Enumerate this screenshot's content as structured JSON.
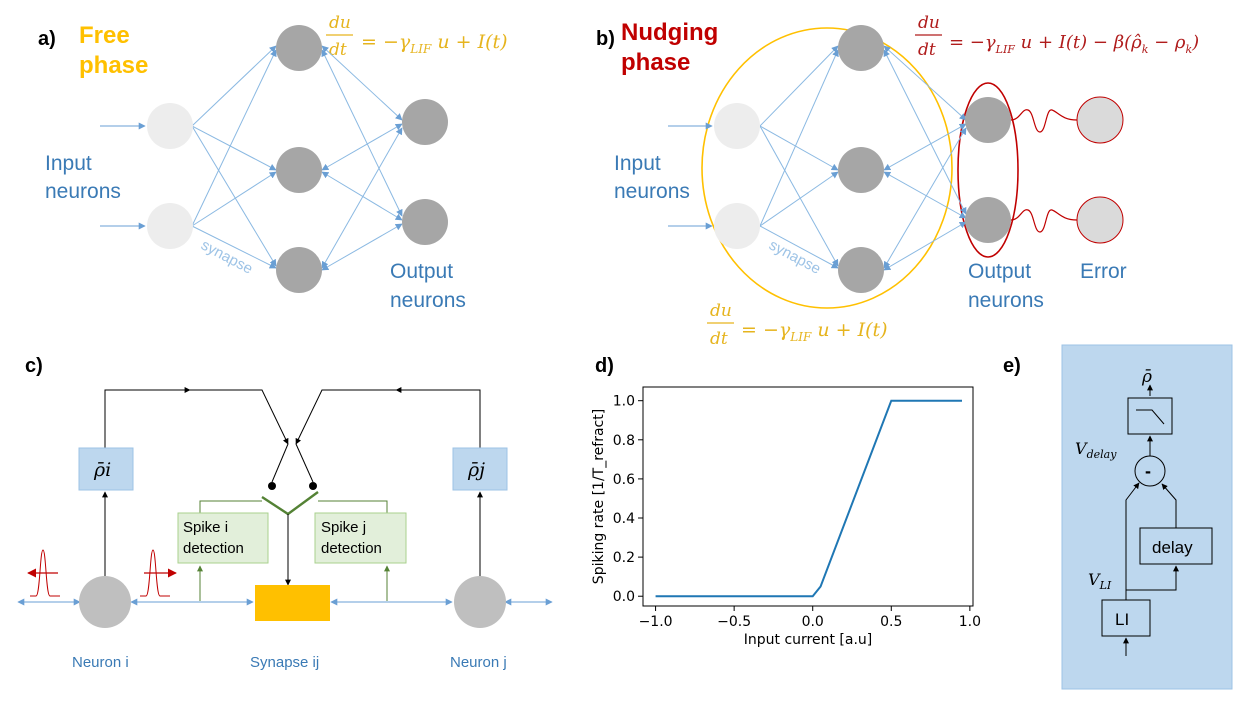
{
  "panel_a": {
    "label": "a)",
    "phase_line1": "Free",
    "phase_line2": "phase",
    "equation": "du/dt = −γLIF u + I(t)",
    "input_line1": "Input",
    "input_line2": "neurons",
    "synapse": "synapse",
    "output_line1": "Output",
    "output_line2": "neurons"
  },
  "panel_b": {
    "label": "b)",
    "phase_line1": "Nudging",
    "phase_line2": "phase",
    "equation": "du/dt = −γLIF u + I(t) − β(ρ̂k − ρk)",
    "equation_bottom": "du/dt = −γLIF u + I(t)",
    "input_line1": "Input",
    "input_line2": "neurons",
    "synapse": "synapse",
    "output_line1": "Output",
    "output_line2": "neurons",
    "error": "Error"
  },
  "panel_c": {
    "label": "c)",
    "rho_i": "ρ̄i",
    "rho_j": "ρ̄j",
    "spike_i_line1": "Spike i",
    "spike_i_line2": "detection",
    "spike_j_line1": "Spike j",
    "spike_j_line2": "detection",
    "neuron_i": "Neuron i",
    "synapse_ij": "Synapse ij",
    "neuron_j": "Neuron j"
  },
  "panel_d": {
    "label": "d)"
  },
  "panel_e": {
    "label": "e)",
    "rho_bar": "ρ̄",
    "v_delay": "Vdelay",
    "minus": "-",
    "delay": "delay",
    "v_li": "VLI",
    "li": "LI"
  },
  "colors": {
    "free_phase": "#ffc000",
    "nudge_phase": "#c00000",
    "blue_text": "#3a7ab5",
    "neuron_grey": "#a6a6a6",
    "input_light": "#ededed",
    "line_blue": "#7fb0de",
    "box_blue": "#bdd7ee",
    "box_green": "#e2efda",
    "synapse_yellow": "#ffc000"
  },
  "chart_data": {
    "type": "line",
    "x": [
      -1.0,
      0.0,
      0.05,
      0.5,
      0.95
    ],
    "series": [
      {
        "values": [
          0.0,
          0.0,
          0.05,
          1.0,
          1.0
        ]
      }
    ],
    "xlabel": "Input current [a.u]",
    "ylabel": "Spiking rate [1/T_refract]",
    "xlim": [
      -1.08,
      1.02
    ],
    "ylim": [
      -0.05,
      1.07
    ],
    "xticks": [
      "−1.0",
      "−0.5",
      "0.0",
      "0.5",
      "1.0"
    ],
    "xtick_values": [
      -1.0,
      -0.5,
      0.0,
      0.5,
      1.0
    ],
    "yticks": [
      "0.0",
      "0.2",
      "0.4",
      "0.6",
      "0.8",
      "1.0"
    ],
    "ytick_values": [
      0.0,
      0.2,
      0.4,
      0.6,
      0.8,
      1.0
    ],
    "grid": false
  }
}
